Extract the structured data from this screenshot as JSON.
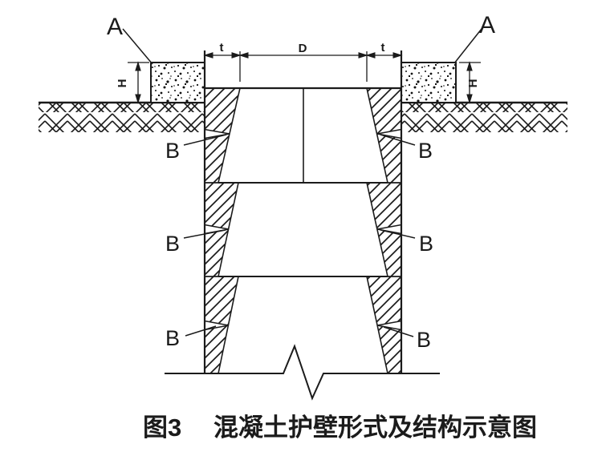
{
  "figure": {
    "labels": {
      "section_a": "A",
      "joint_b": "B",
      "height_h": "H",
      "thickness_t": "t",
      "diameter_d": "D"
    },
    "caption": {
      "number": "图3",
      "text": "混凝土护壁形式及结构示意图"
    },
    "colors": {
      "line": "#1b1b1b",
      "background": "#ffffff"
    }
  }
}
